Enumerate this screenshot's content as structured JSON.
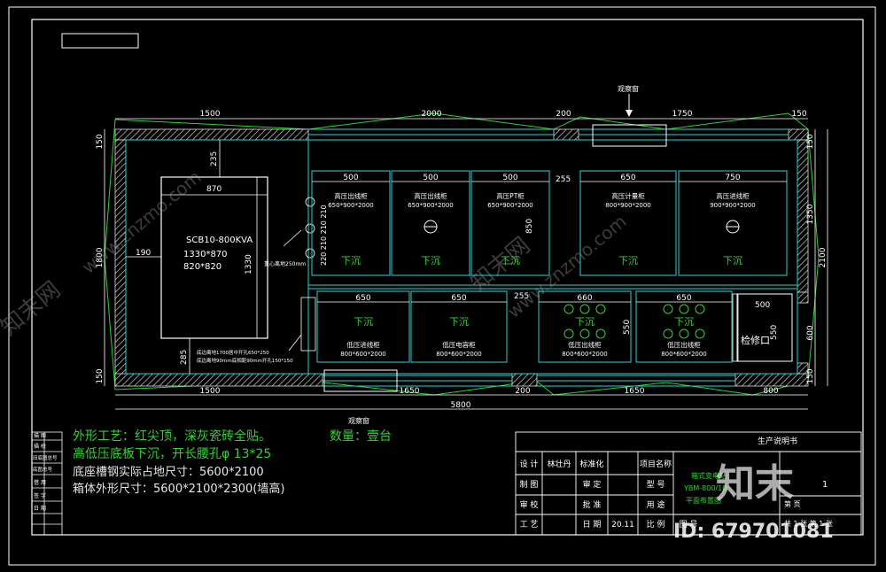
{
  "drawing": {
    "observe_window_label": "观察窗",
    "transformer": {
      "model": "SCB10-800KVA",
      "size1": "1330*870",
      "size2": "820*820",
      "dim_w": "870",
      "dim_h": "1330",
      "dim_top": "235",
      "dim_left": "190",
      "dim_bottom": "285"
    },
    "center_height_note": "重心离地250mm",
    "base_note_1": "底边离地1700居中开孔650*250",
    "base_note_2": "底边离地90mm底相距90mm开孔150*150",
    "hv_cabinets": [
      {
        "name": "高压出线柜",
        "size": "650*900*2000",
        "width_dim": "500",
        "sink": "下沉"
      },
      {
        "name": "高压出线柜",
        "size": "650*900*2000",
        "width_dim": "500",
        "sink": "下沉"
      },
      {
        "name": "高压PT柜",
        "size": "650*900*2000",
        "width_dim": "500",
        "sink": "下沉"
      },
      {
        "name": "高压计量柜",
        "size": "800*900*2000",
        "width_dim": "650",
        "sink": "下沉"
      },
      {
        "name": "高压进线柜",
        "size": "900*900*2000",
        "width_dim": "750",
        "sink": "下沉"
      }
    ],
    "lv_cabinets": [
      {
        "name": "低压进线柜",
        "size": "800*600*2000",
        "width_dim": "650",
        "sink": "下沉"
      },
      {
        "name": "低压电容柜",
        "size": "800*600*2000",
        "width_dim": "650",
        "sink": "下沉"
      },
      {
        "name": "低压出线柜",
        "size": "800*600*2000",
        "width_dim": "660",
        "sink": "下沉"
      },
      {
        "name": "低压出线柜",
        "size": "800*600*2000",
        "width_dim": "650",
        "sink": "下沉"
      }
    ],
    "inspection_port": "检修口",
    "dims": {
      "top": [
        "1500",
        "2000",
        "200",
        "1750",
        "150"
      ],
      "bottom": [
        "1500",
        "1650",
        "200",
        "1650",
        "800"
      ],
      "total": "5800",
      "left": [
        "150",
        "1800",
        "150"
      ],
      "right": [
        "150",
        "1350",
        "2100",
        "600",
        "150"
      ],
      "gap_255": "255",
      "h_850": "850",
      "h_550": "550",
      "inspection_w": "500",
      "inspection_h": "550",
      "v_stack": "220 210 210 210"
    }
  },
  "notes": {
    "line1": "外形工艺：红尖顶，深灰瓷砖全贴。",
    "qty": "数量：壹台",
    "line2": "高低压底板下沉，开长腰孔φ 13*25",
    "line3": "底座槽钢实际占地尺寸：5600*2100",
    "line4": "箱体外形尺寸：5600*2100*2300(墙高)"
  },
  "title_block": {
    "company": "生产说明书",
    "rows": [
      {
        "l1": "设 计",
        "v1": "林壮丹",
        "l2": "标准化",
        "l3": "项目名称"
      },
      {
        "l1": "制 图",
        "v1": "",
        "l2": "审 定",
        "l3": "型 号"
      },
      {
        "l1": "审 校",
        "v1": "",
        "l2": "批 准",
        "l3": "用 途"
      },
      {
        "l1": "工 艺",
        "v1": "",
        "l2": "日 期",
        "date": "20.11",
        "l3": "比 例",
        "l4": "图 号"
      }
    ],
    "project_lines": [
      "箱式变电站",
      "YBM-800/10",
      "平面布置图"
    ],
    "sheet": "共 1 张 第 1 张",
    "page_num": "1",
    "page_label": "第 页"
  },
  "left_strip": [
    "签 字",
    "日 期",
    "旧底图总号",
    "底图总号",
    "借 用",
    "描 图",
    "描 校"
  ],
  "watermark": {
    "site": "www.znzmo.com",
    "brand": "知末网",
    "logo": "知末",
    "id": "ID: 679701081"
  }
}
